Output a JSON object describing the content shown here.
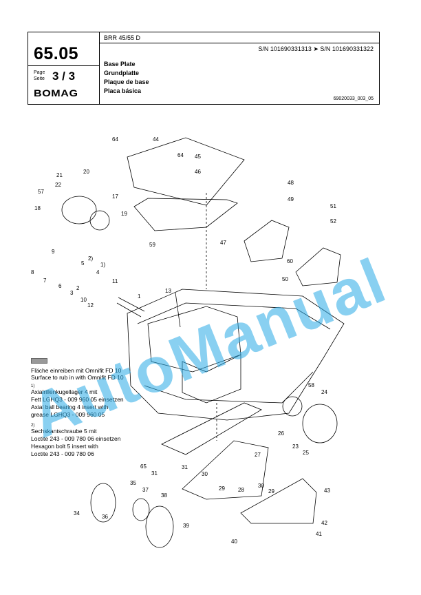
{
  "header": {
    "model": "BRR 45/55 D",
    "page_number": "65.05",
    "page_label": "Page\nSeite",
    "page_fraction": "3 / 3",
    "logo_text": "BOMAG",
    "serial_range": "S/N 101690331313  ➤  S/N 101690331322",
    "titles": [
      "Base Plate",
      "Grundplatte",
      "Plaque de base",
      "Placa básica"
    ],
    "drawing_number": "69020033_003_05"
  },
  "legend": {
    "shaded_de": "Fläche einreiben mit Omnifit FD 10",
    "shaded_en": "Surface to rub in with Omnifit FD 10",
    "note1_mark": "1)",
    "note1_de_a": "Axialrillenkugellager 4 mit",
    "note1_de_b": "Fett LGHQ3 - 009 960 05 einsetzen",
    "note1_en_a": "Axial ball bearing 4 insert  with",
    "note1_en_b": "grease LGHQ3 - 009 960 05",
    "note2_mark": "2)",
    "note2_de_a": "Sechskantschraube 5 mit",
    "note2_de_b": "Loctite 243 - 009 780 06 einsetzen",
    "note2_en_a": "Hexagon bolt 5 insert  with",
    "note2_en_b": "Loctite 243 - 009 780 06"
  },
  "callouts": [
    "64",
    "44",
    "64",
    "45",
    "46",
    "21",
    "22",
    "20",
    "57",
    "17",
    "18",
    "19",
    "48",
    "49",
    "51",
    "52",
    "59",
    "47",
    "60",
    "50",
    "9",
    "5",
    "2)",
    "4",
    "1)",
    "8",
    "7",
    "6",
    "3",
    "2",
    "11",
    "10",
    "12",
    "1",
    "13",
    "58",
    "24",
    "26",
    "23",
    "25",
    "65",
    "27",
    "31",
    "31",
    "30",
    "29",
    "28",
    "30",
    "29",
    "35",
    "37",
    "38",
    "36",
    "34",
    "39",
    "43",
    "42",
    "41",
    "40"
  ],
  "watermark": "AutoManual"
}
